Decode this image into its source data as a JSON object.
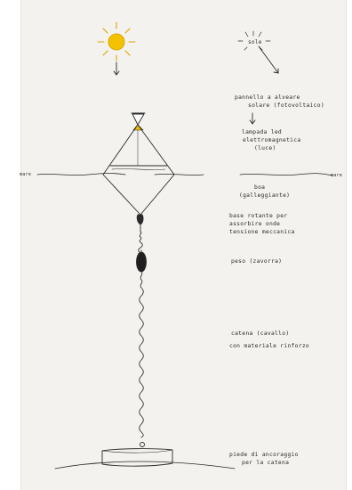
{
  "colors": {
    "paper": "#f4f2ee",
    "ink": "#2b2b2b",
    "sun": "#f2c200",
    "sun_rays": "#d9a900"
  },
  "labels": {
    "sea_left": "mare",
    "sea_right": "mare",
    "sun_ray": "sole",
    "l1_a": "pannello a alveare",
    "l1_b": "solare (fotovoltaico)",
    "l2_a": "lampada led",
    "l2_b": "elettromagnetica",
    "l2_c": "(luce)",
    "l3_a": "boa",
    "l3_b": "(galleggiante)",
    "l4_a": "base rotante per",
    "l4_b": "assorbire onde",
    "l4_c": "tensione meccanica",
    "l5": "peso (zavorra)",
    "l6_a": "catena (cavallo)",
    "l6_b": "con materiale rinforzo",
    "l7_a": "piede di ancoraggio",
    "l7_b": "per la catena"
  }
}
